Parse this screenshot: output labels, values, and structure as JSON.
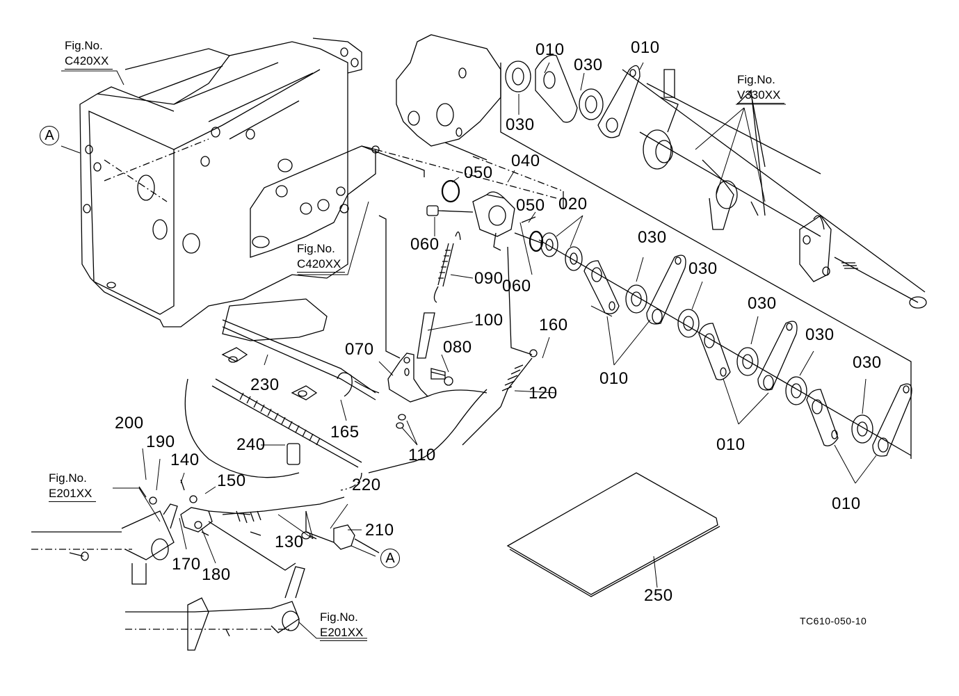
{
  "diagram": {
    "type": "exploded-parts-diagram",
    "drawing_code": "TC610-050-10",
    "reference_marker": "A",
    "figure_refs": [
      {
        "id": "fig-c420-top",
        "line1": "Fig.No.",
        "line2": "C420XX"
      },
      {
        "id": "fig-c420-mid",
        "line1": "Fig.No.",
        "line2": "C420XX"
      },
      {
        "id": "fig-v330",
        "line1": "Fig.No.",
        "line2": "V330XX"
      },
      {
        "id": "fig-e201-left",
        "line1": "Fig.No.",
        "line2": "E201XX"
      },
      {
        "id": "fig-e201-bottom",
        "line1": "Fig.No.",
        "line2": "E201XX"
      }
    ],
    "part_labels": {
      "p010a": "010",
      "p010b": "010",
      "p010c": "010",
      "p010d": "010",
      "p010e": "010",
      "p020": "020",
      "p030a": "030",
      "p030b": "030",
      "p030c": "030",
      "p030d": "030",
      "p030e": "030",
      "p030f": "030",
      "p030g": "030",
      "p040": "040",
      "p050a": "050",
      "p050b": "050",
      "p060a": "060",
      "p060b": "060",
      "p070": "070",
      "p080": "080",
      "p090": "090",
      "p100": "100",
      "p110": "110",
      "p120": "120",
      "p130": "130",
      "p140": "140",
      "p150": "150",
      "p160": "160",
      "p165": "165",
      "p170": "170",
      "p180": "180",
      "p190": "190",
      "p200": "200",
      "p210": "210",
      "p220": "220",
      "p230": "230",
      "p240": "240",
      "p250": "250"
    }
  }
}
